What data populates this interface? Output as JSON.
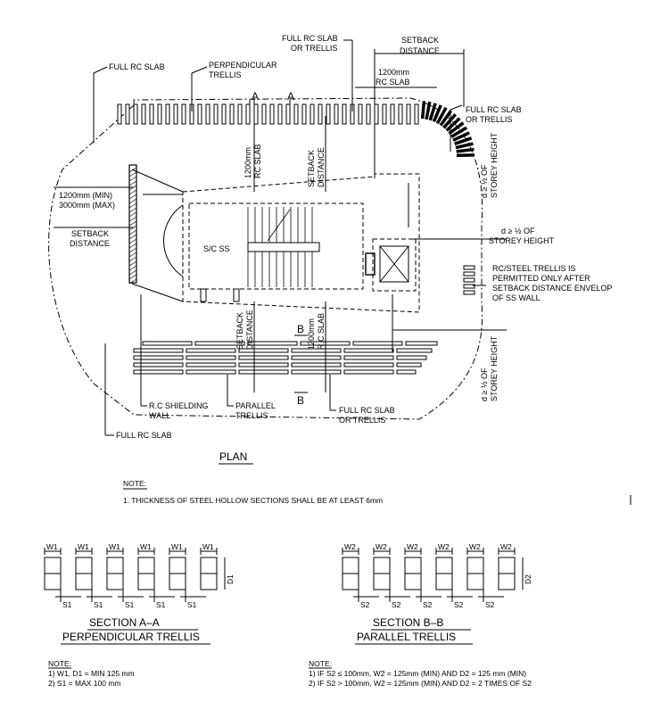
{
  "plan": {
    "title": "PLAN",
    "labels": {
      "full_rc_slab_tl": "FULL RC SLAB",
      "perpendicular_trellis_1": "PERPENDICULAR",
      "perpendicular_trellis_2": "TRELLIS",
      "section_a_left": "A",
      "section_a_right": "A",
      "full_rc_slab_or_trellis_top_1": "FULL RC SLAB",
      "full_rc_slab_or_trellis_top_2": "OR TRELLIS",
      "setback_distance_top_1": "SETBACK",
      "setback_distance_top_2": "DISTANCE",
      "dim_1200_top_1": "1200mm",
      "dim_1200_top_2": "RC SLAB",
      "full_rc_slab_or_trellis_right_1": "FULL RC SLAB",
      "full_rc_slab_or_trellis_right_2": "OR TRELLIS",
      "storey_height_top_1": "d ≥ ½ OF",
      "storey_height_top_2": "STOREY HEIGHT",
      "dim_1200_vert_1": "1200mm",
      "dim_1200_vert_2": "RC SLAB",
      "setback_vert_1": "SETBACK",
      "setback_vert_2": "DISTANCE",
      "wall_dim_1": "1200mm (MIN)",
      "wall_dim_2": "3000mm (MAX)",
      "setback_left_1": "SETBACK",
      "setback_left_2": "DISTANCE",
      "scss": "S/C SS",
      "storey_height_mid_1": "d ≥ ½ OF",
      "storey_height_mid_2": "STOREY HEIGHT",
      "trellis_note_1": "RC/STEEL TRELLIS IS",
      "trellis_note_2": "PERMITTED ONLY AFTER",
      "trellis_note_3": "SETBACK DISTANCE ENVELOP",
      "trellis_note_4": "OF SS WALL",
      "setback_bottom_1": "SETBACK",
      "setback_bottom_2": "DISTANCE",
      "dim_1200_bottom_1": "1200mm",
      "dim_1200_bottom_2": "R.C SLAB",
      "section_b_top": "B",
      "section_b_bottom": "B",
      "storey_height_bottom_1": "d ≥ ½ OF",
      "storey_height_bottom_2": "STOREY HEIGHT",
      "rc_shielding_1": "R.C SHIELDING",
      "rc_shielding_2": "WALL",
      "parallel_trellis_1": "PARALLEL",
      "parallel_trellis_2": "TRELLIS",
      "full_rc_slab_or_trellis_bottom_1": "FULL RC SLAB",
      "full_rc_slab_or_trellis_bottom_2": "OR TRELLIS",
      "full_rc_slab_bl": "FULL RC SLAB"
    }
  },
  "general_note": {
    "heading": "NOTE:",
    "line1": "1. THICKNESS OF STEEL HOLLOW SECTIONS SHALL BE AT LEAST 6mm"
  },
  "section_a": {
    "w_label": "W1",
    "s_label": "S1",
    "d_label": "D1",
    "title": "SECTION A–A",
    "subtitle": "PERPENDICULAR TRELLIS",
    "note_heading": "NOTE:",
    "note1": "1) W1, D1 = MIN 125 mm",
    "note2": "2) S1 = MAX 100 mm"
  },
  "section_b": {
    "w_label": "W2",
    "s_label": "S2",
    "d_label": "D2",
    "title": "SECTION B–B",
    "subtitle": "PARALLEL TRELLIS",
    "note_heading": "NOTE:",
    "note1": "1) IF S2 ≤ 100mm, W2 = 125mm (MIN) AND D2 = 125 mm (MIN)",
    "note2": "2) IF S2 > 100mm, W2 = 125mm (MIN) AND D2 = 2 TIMES OF S2"
  }
}
